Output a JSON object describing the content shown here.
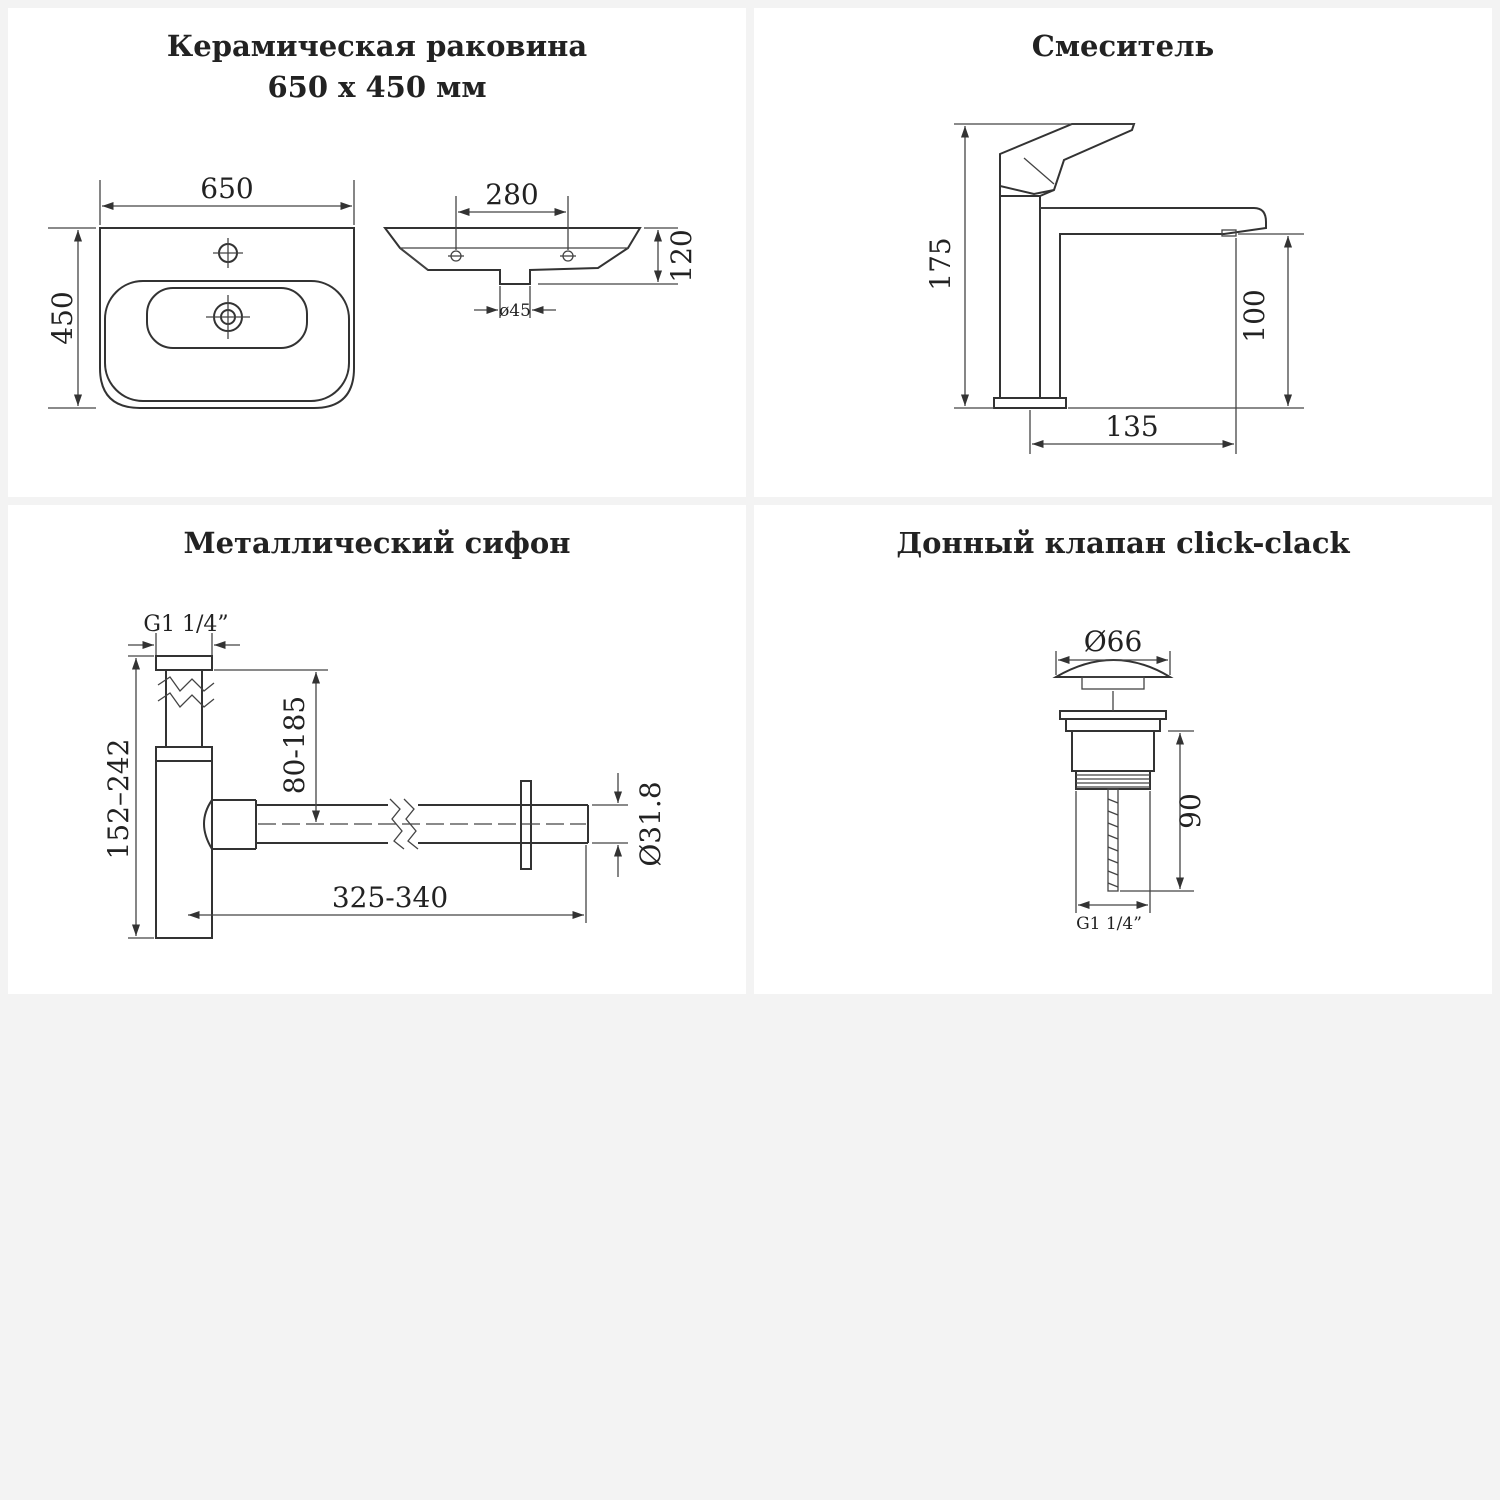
{
  "panels": {
    "sink": {
      "title_line1": "Керамическая раковина",
      "title_line2": "650 x 450 мм",
      "dims": {
        "width": "650",
        "depth": "450",
        "hole_spacing": "280",
        "height": "120",
        "drain_diameter": "ø45"
      }
    },
    "faucet": {
      "title": "Смеситель",
      "dims": {
        "height": "175",
        "spout_height": "100",
        "spout_reach": "135"
      }
    },
    "siphon": {
      "title": "Металлический сифон",
      "dims": {
        "thread": "G1 1/4”",
        "height_range": "152–242",
        "adjust_range": "80-185",
        "pipe_diameter": "Ø31.8",
        "length_range": "325-340"
      }
    },
    "drain": {
      "title": "Донный клапан click-clack",
      "dims": {
        "cap_diameter": "Ø66",
        "height": "90",
        "thread": "G1 1/4”"
      }
    }
  },
  "colors": {
    "page_background": "#f3f3f3",
    "panel_background": "#ffffff",
    "line": "#333333"
  }
}
